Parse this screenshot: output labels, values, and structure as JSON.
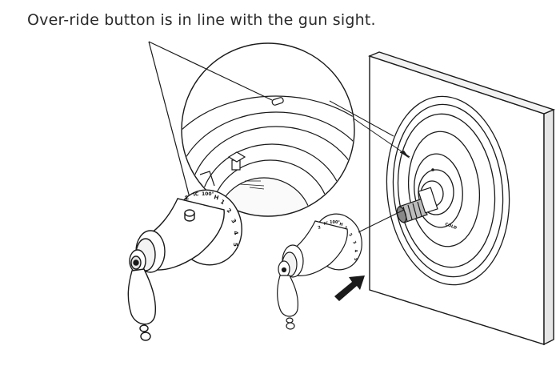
{
  "caption": "Over-ride button is in line with the gun sight.",
  "dial_large": {
    "hot_label": "H",
    "numbers": [
      "1",
      "2",
      "3",
      "4",
      "5"
    ],
    "temp_label": "100°",
    "small_label": "IC",
    "left_number": "2"
  },
  "dial_small": {
    "hot_label": "H",
    "numbers": [
      "1",
      "2",
      "3",
      "4",
      "5"
    ],
    "temp_label": "100°",
    "small_label": "IC",
    "left_number": "2"
  },
  "wall_label": "COLD",
  "colors": {
    "line": "#1a1a1a",
    "fill": "#ffffff",
    "shade": "#d9d9d9",
    "dark": "#555555"
  }
}
